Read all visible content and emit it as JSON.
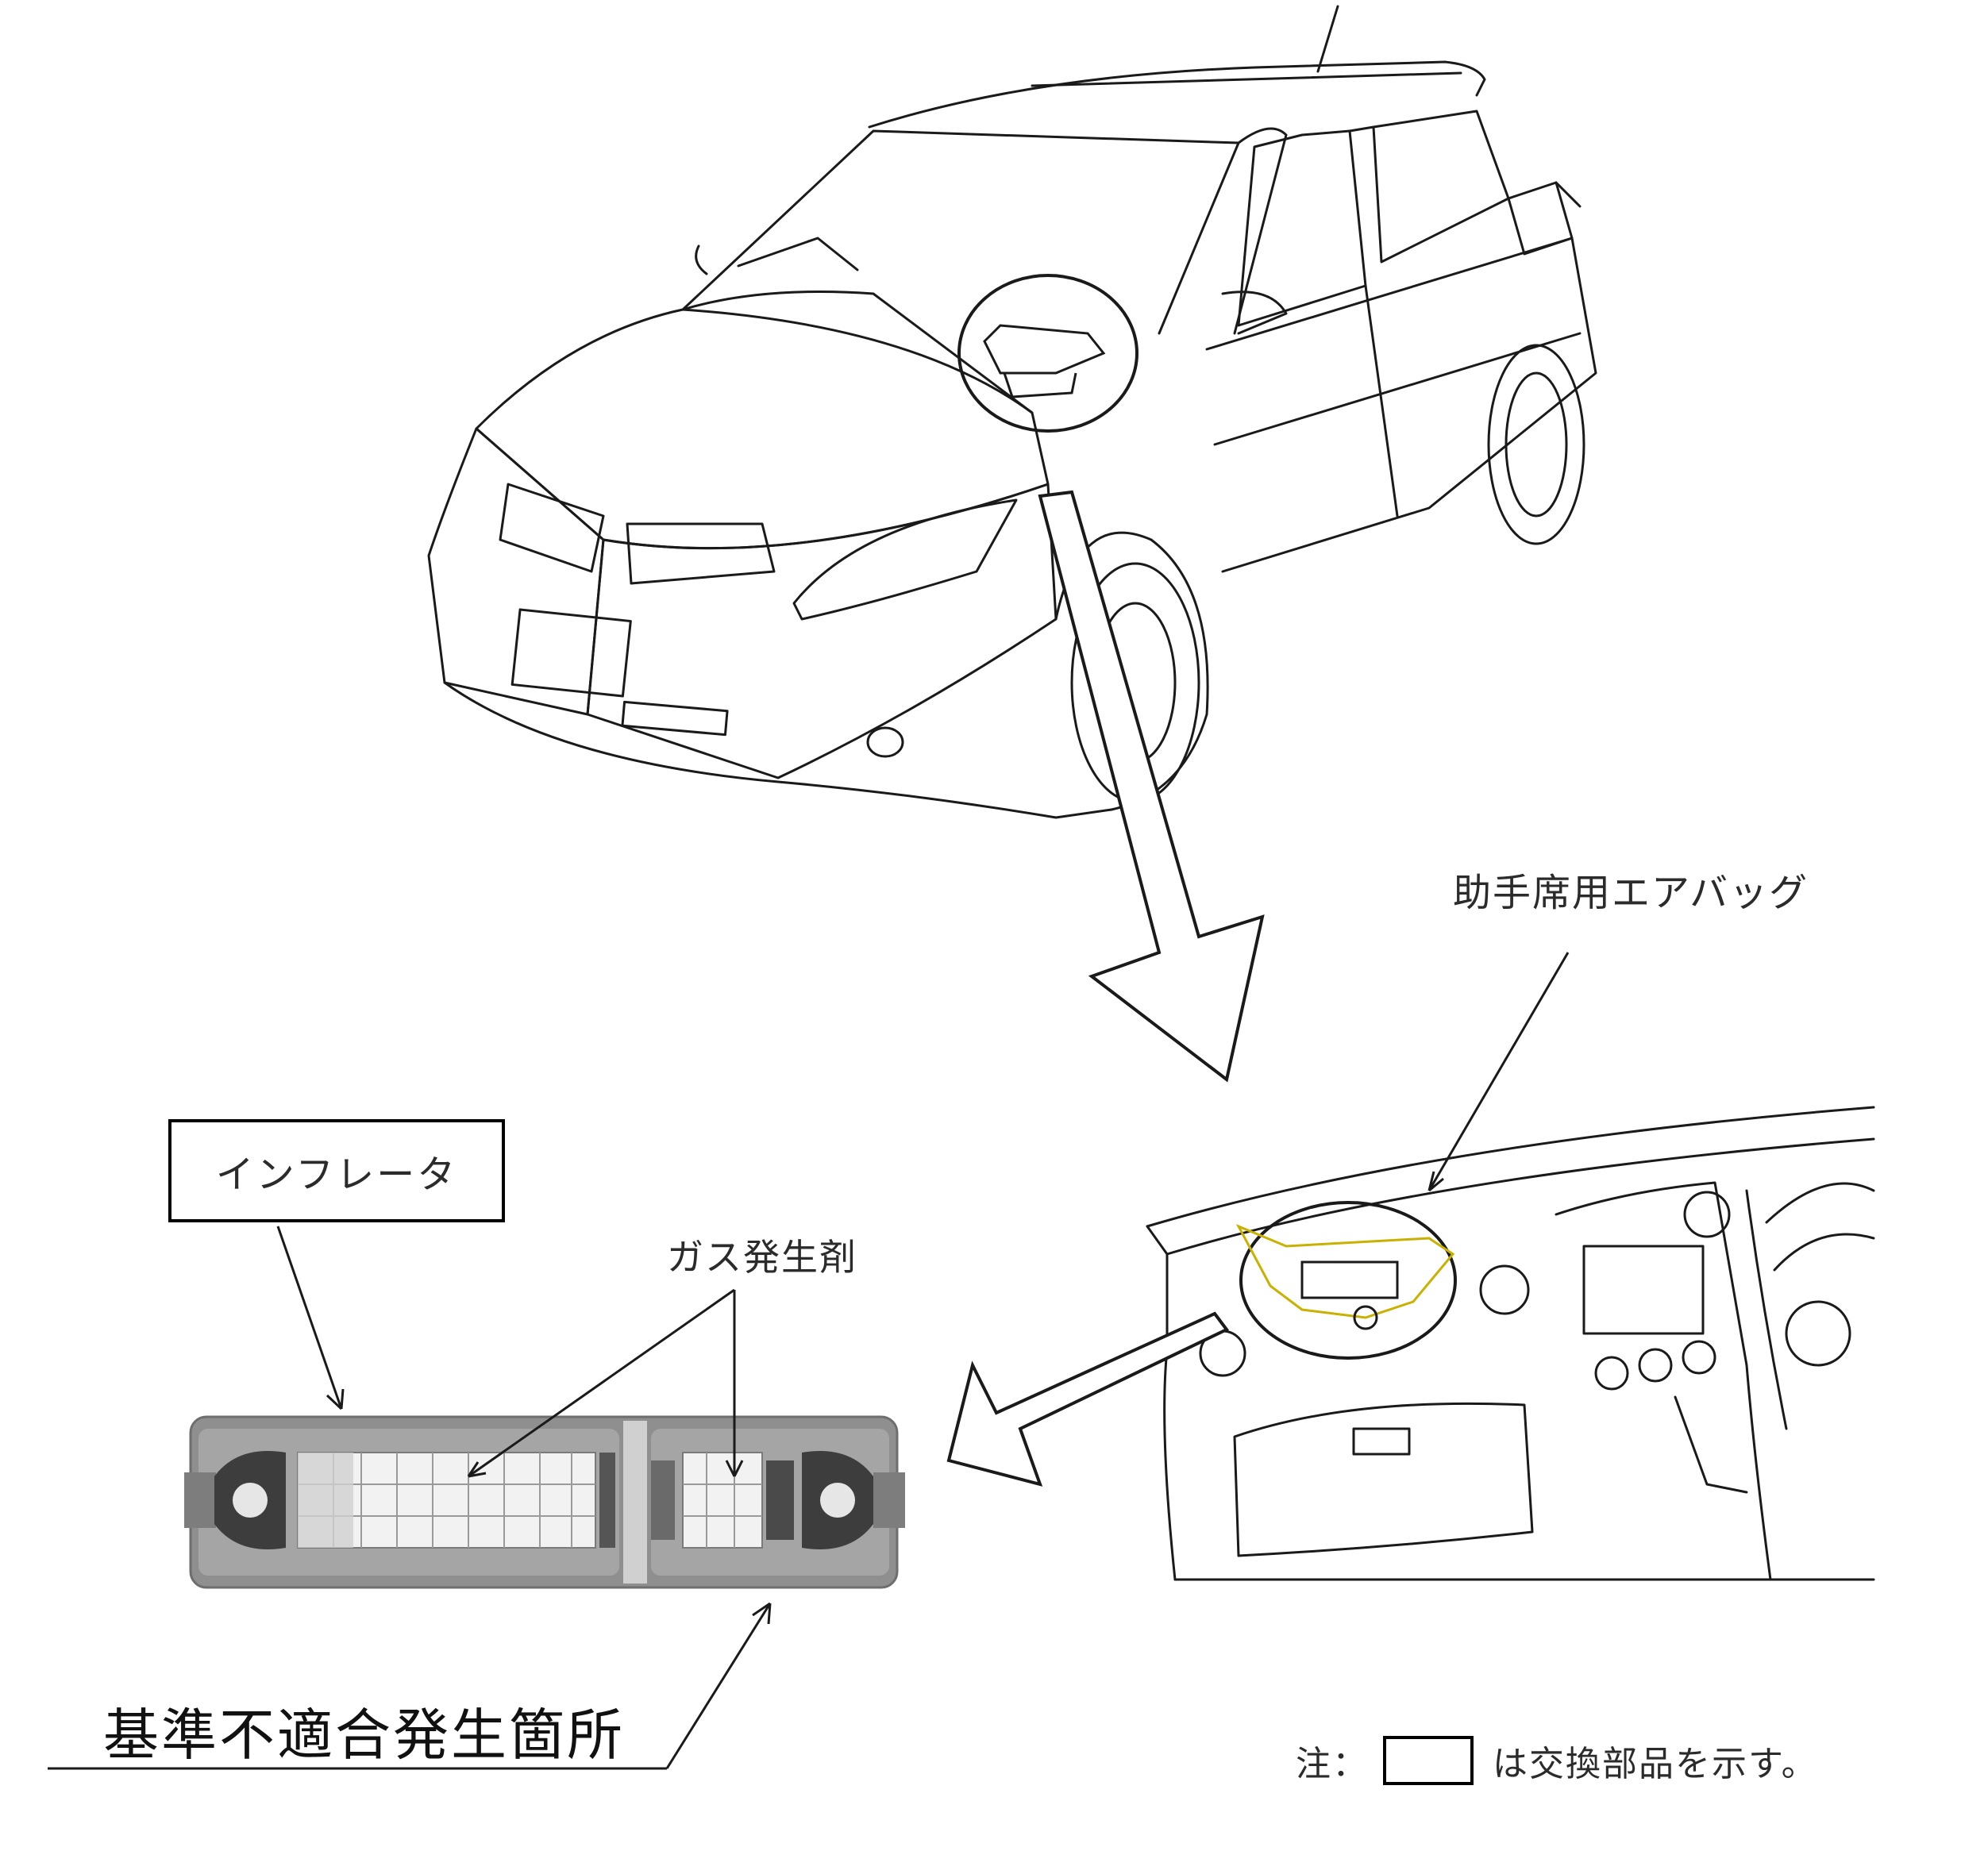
{
  "labels": {
    "passenger_airbag": "助手席用エアバッグ",
    "inflator": "インフレータ",
    "gas_generant": "ガス発生剤",
    "defect_location": "基準不適合発生箇所"
  },
  "note": {
    "prefix": "注：",
    "suffix": "は交換部品を示す。"
  }
}
